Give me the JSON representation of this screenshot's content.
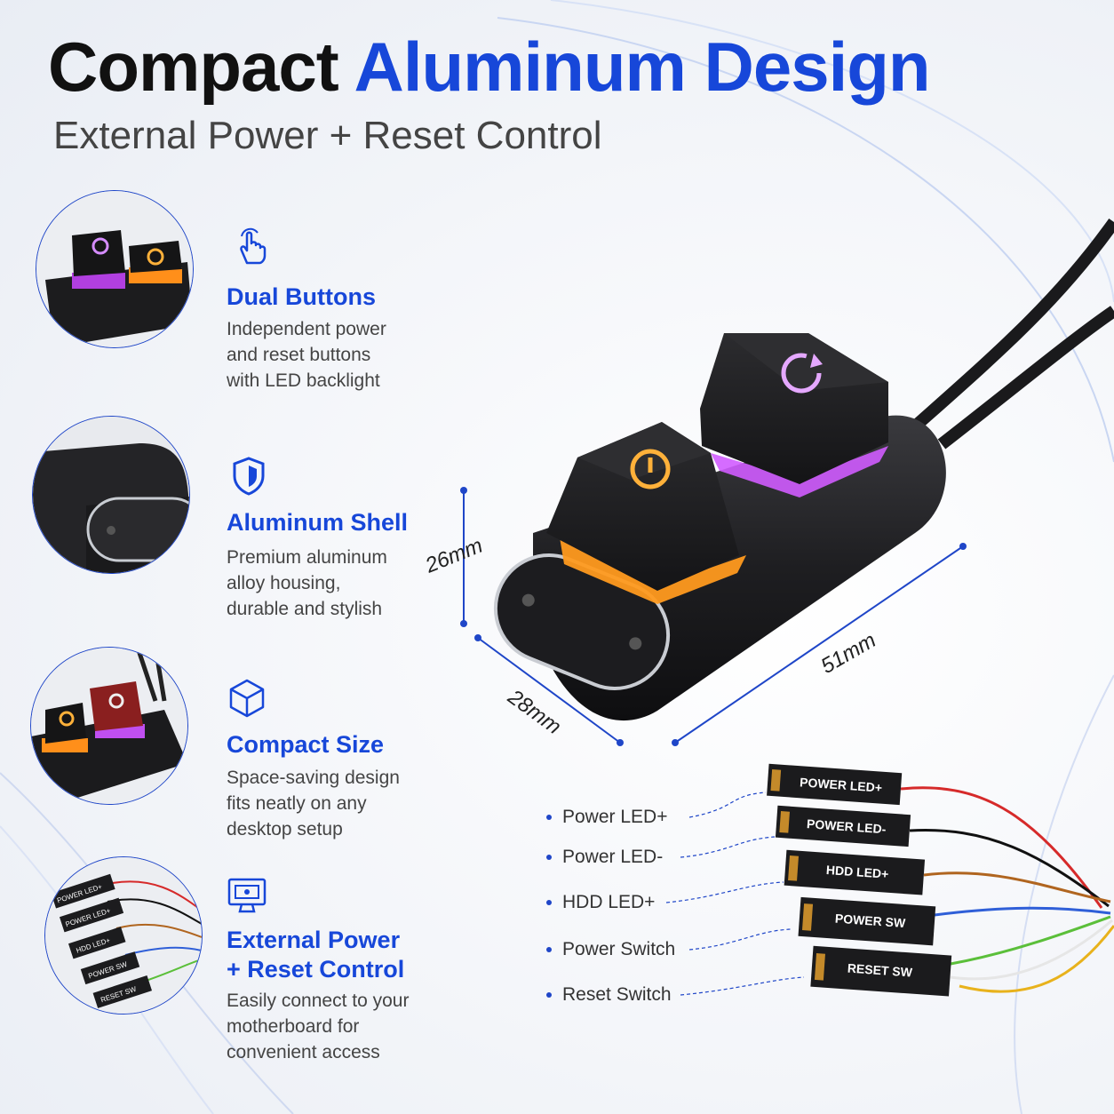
{
  "header": {
    "title_part1": "Compact",
    "title_part2": "Aluminum Design",
    "subtitle": "External Power + Reset Control"
  },
  "features": [
    {
      "icon": "hand-pointer-icon",
      "title": "Dual Buttons",
      "lines": [
        "Independent power",
        "and reset buttons",
        "with LED backlight"
      ]
    },
    {
      "icon": "shield-icon",
      "title": "Aluminum Shell",
      "lines": [
        "Premium aluminum",
        "alloy housing,",
        "durable and stylish"
      ]
    },
    {
      "icon": "cube-icon",
      "title": "Compact Size",
      "lines": [
        "Space-saving design",
        "fits neatly on any",
        "desktop setup"
      ]
    },
    {
      "icon": "monitor-icon",
      "title_lines": [
        "External Power",
        "+ Reset Control"
      ],
      "lines": [
        "Easily connect to your",
        "motherboard for",
        "convenient access"
      ]
    }
  ],
  "dimensions": {
    "height": "26mm",
    "depth": "28mm",
    "length": "51mm"
  },
  "cable_labels": [
    "Power LED+",
    "Power LED-",
    "HDD LED+",
    "Power Switch",
    "Reset Switch"
  ],
  "connectors": [
    "POWER LED+",
    "POWER LED-",
    "HDD LED+",
    "POWER SW",
    "RESET SW"
  ],
  "thumb_connectors": [
    "POWER LED+",
    "POWER LED+",
    "HDD LED+",
    "POWER SW",
    "RESET SW"
  ],
  "colors": {
    "accent_blue": "#1747d9",
    "power_glow": "#ff9a1f",
    "reset_glow": "#d05cff",
    "wire_red": "#d62a2a",
    "wire_black": "#111111",
    "wire_brown": "#b0651f",
    "wire_blue": "#2f5fd8",
    "wire_green": "#5bbf3a",
    "wire_white": "#f4f4f4",
    "wire_yellow": "#e8b21c"
  }
}
